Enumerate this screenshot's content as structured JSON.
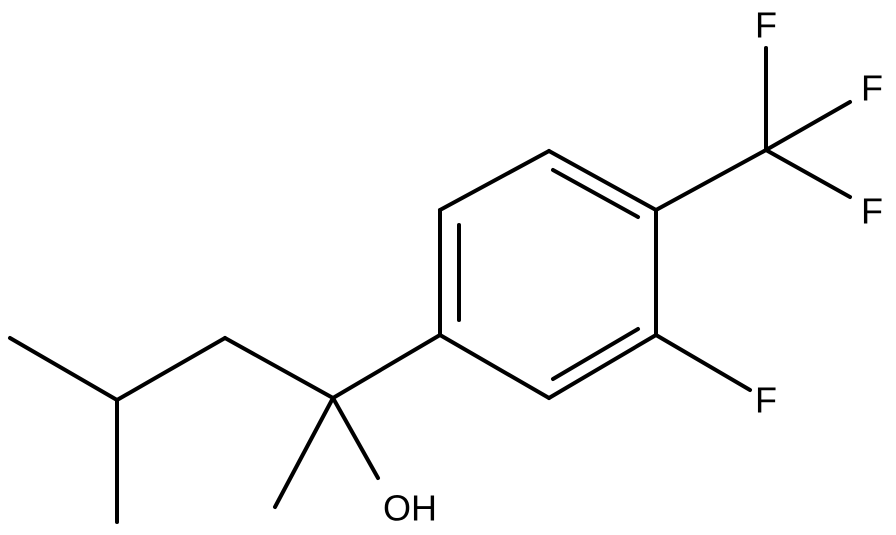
{
  "molecule": {
    "atom_labels": {
      "f_top": "F",
      "f_right_upper": "F",
      "f_right_lower": "F",
      "f_ring": "F",
      "hydroxyl": "OH"
    },
    "colors": {
      "bond": "#000000",
      "label": "#000000",
      "background": "#ffffff"
    }
  }
}
